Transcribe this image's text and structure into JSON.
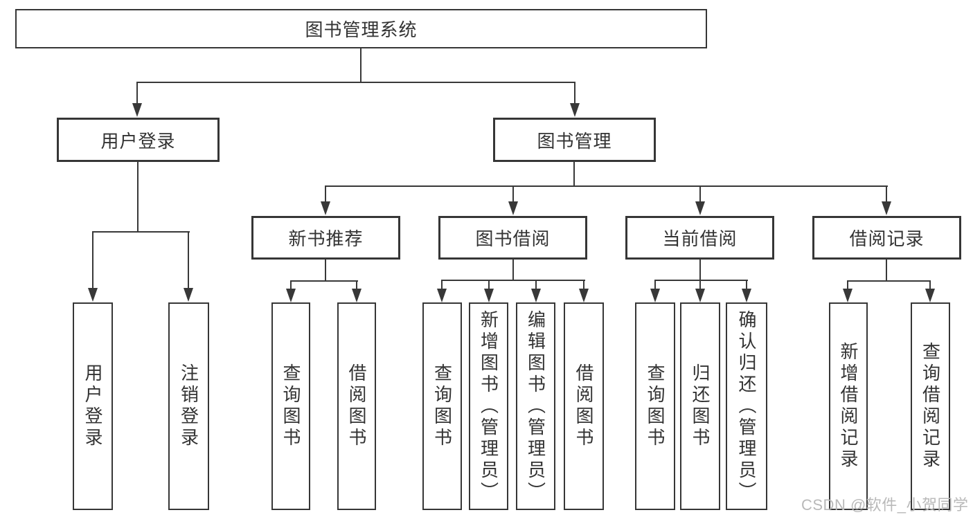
{
  "tree": {
    "root": {
      "label": "图书管理系统",
      "children": [
        {
          "label": "用户登录",
          "children": [
            {
              "label": "用户登录"
            },
            {
              "label": "注销登录"
            }
          ]
        },
        {
          "label": "图书管理",
          "children": [
            {
              "label": "新书推荐",
              "children": [
                {
                  "label": "查询图书"
                },
                {
                  "label": "借阅图书"
                }
              ]
            },
            {
              "label": "图书借阅",
              "children": [
                {
                  "label": "查询图书"
                },
                {
                  "label": "新增图书（管理员）"
                },
                {
                  "label": "编辑图书（管理员）"
                },
                {
                  "label": "借阅图书"
                }
              ]
            },
            {
              "label": "当前借阅",
              "children": [
                {
                  "label": "查询图书"
                },
                {
                  "label": "归还图书"
                },
                {
                  "label": "确认归还（管理员）"
                }
              ]
            },
            {
              "label": "借阅记录",
              "children": [
                {
                  "label": "新增借阅记录"
                },
                {
                  "label": "查询借阅记录"
                }
              ]
            }
          ]
        }
      ]
    }
  },
  "watermark": {
    "text": "CSDN @软件_小贺同学"
  },
  "colors": {
    "line": "#383838",
    "box_border": "#363636",
    "text": "#333333",
    "watermark": "#b9b9b9",
    "background": "#ffffff"
  }
}
